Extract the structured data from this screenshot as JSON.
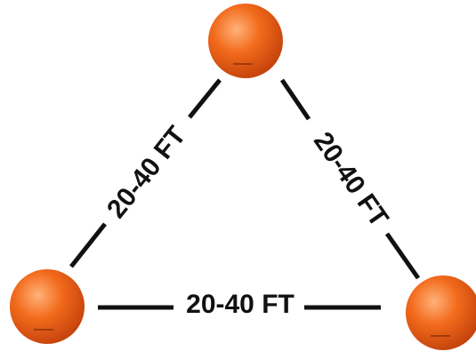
{
  "diagram": {
    "ball_color": "#f26a1b",
    "ball_highlight": "#ffb27a",
    "ball_shadow": "#c2410c",
    "line_color": "#111111",
    "edges": [
      {
        "id": "left",
        "label": "20-40 FT"
      },
      {
        "id": "right",
        "label": "20-40 FT"
      },
      {
        "id": "bottom",
        "label": "20-40 FT"
      }
    ],
    "balls": [
      {
        "id": "top",
        "icon": "ball-icon"
      },
      {
        "id": "bottom-left",
        "icon": "ball-icon"
      },
      {
        "id": "bottom-right",
        "icon": "ball-icon"
      }
    ]
  }
}
